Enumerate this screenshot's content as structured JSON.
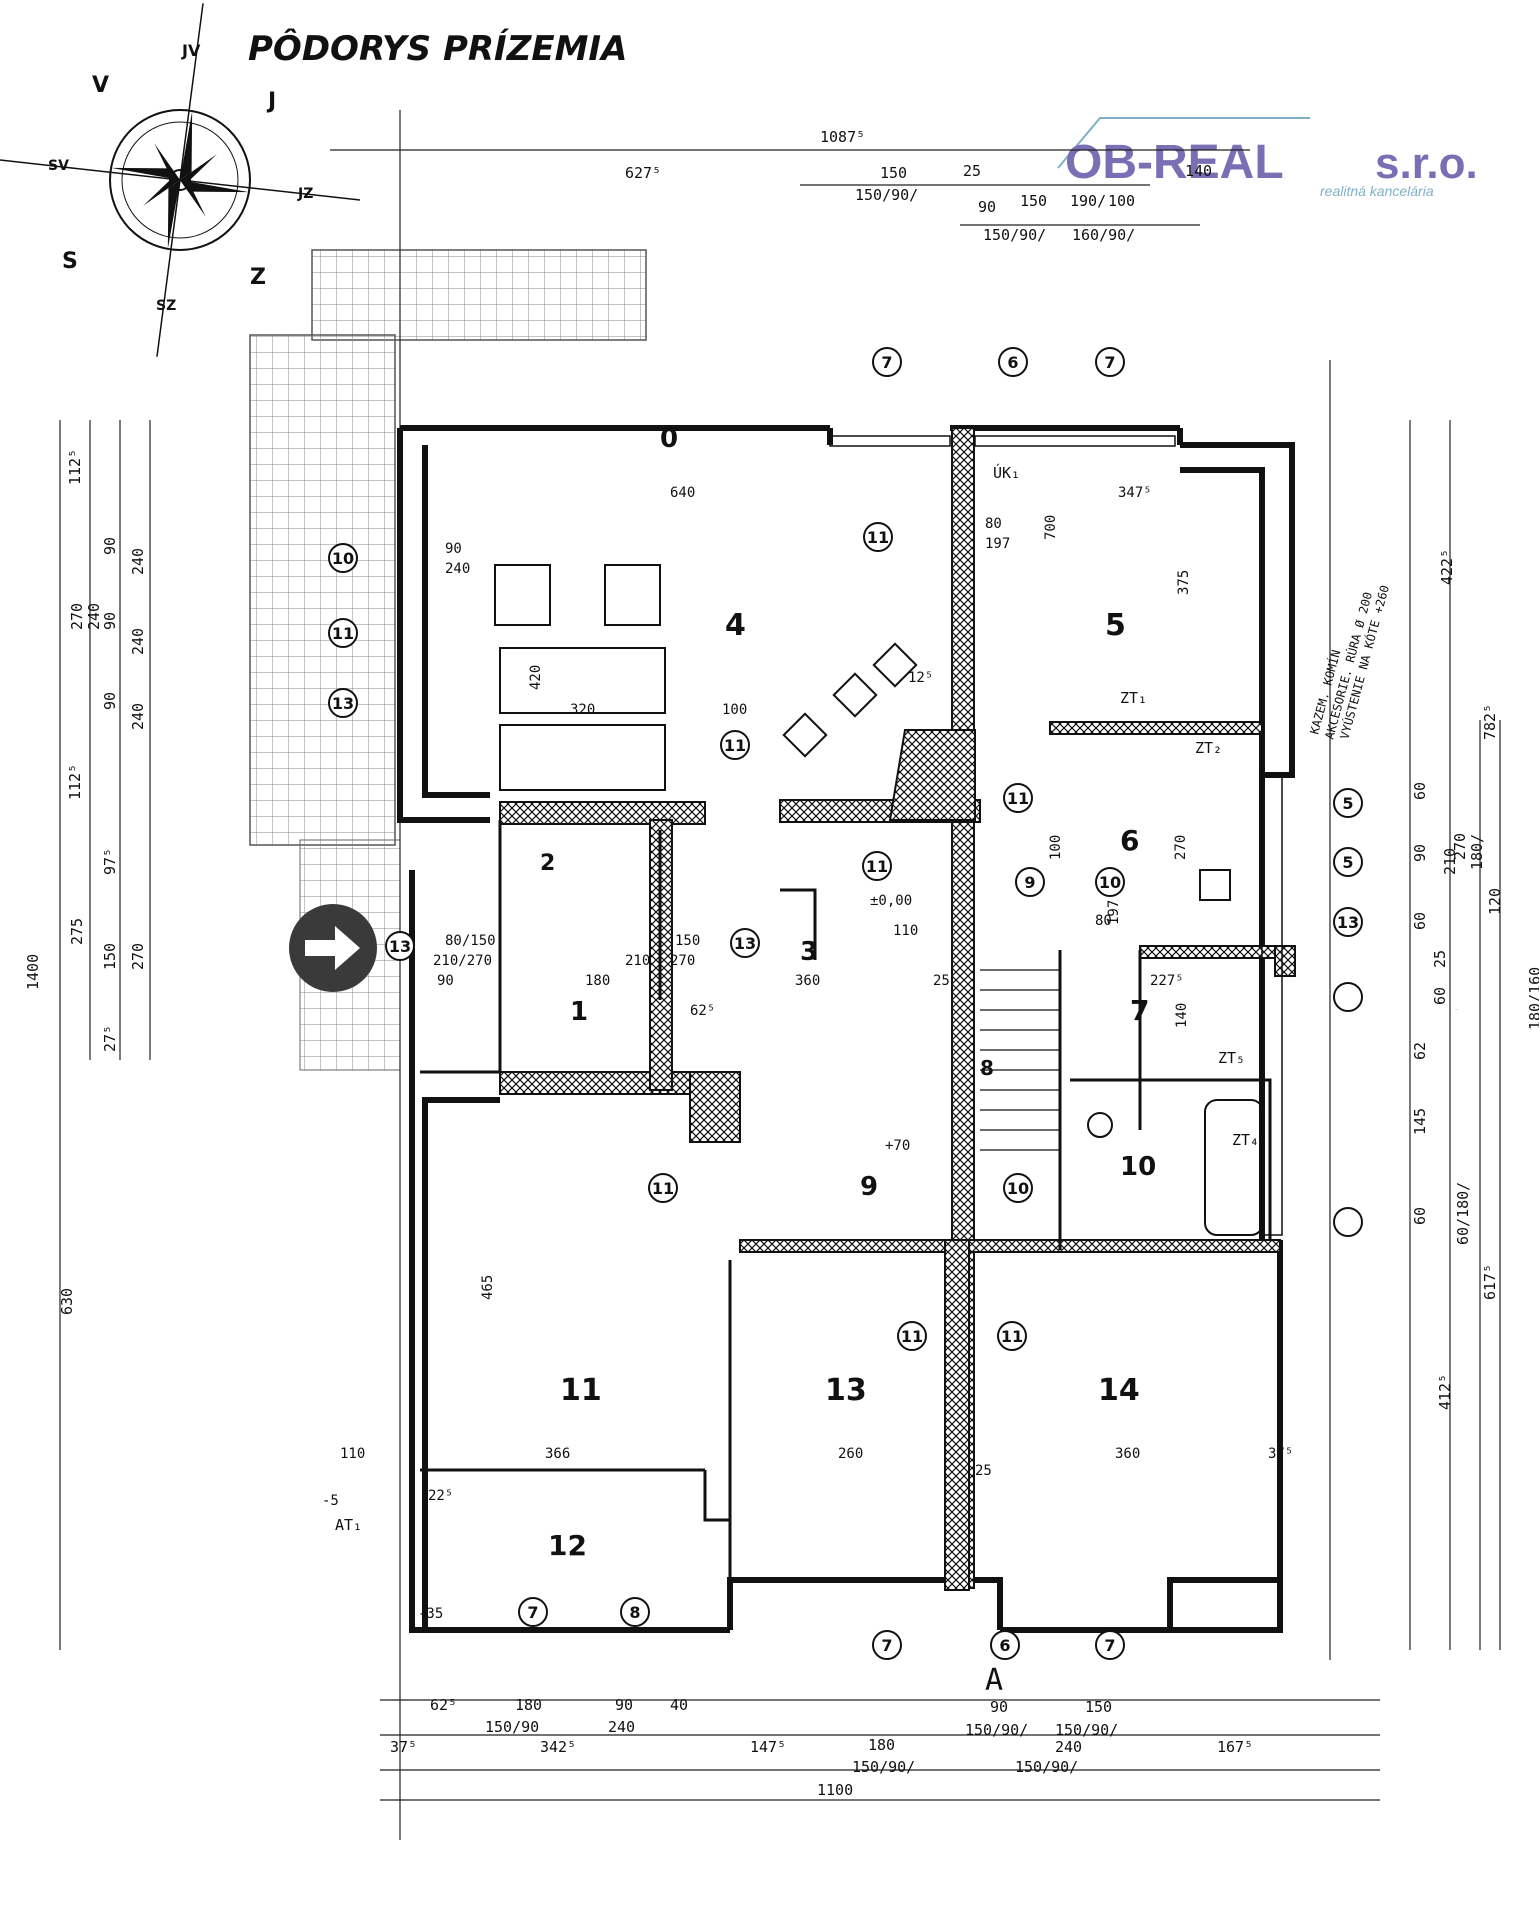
{
  "title": "PÔDORYS PRÍZEMIA",
  "brand": {
    "name": "OB-REAL",
    "suffix": "s.r.o.",
    "tagline": "realitná kancelária",
    "color": "#7a6fb5",
    "tagline_color": "#7fb0c8"
  },
  "compass": {
    "labels": [
      "JV",
      "V",
      "J",
      "SV",
      "JZ",
      "S",
      "Z",
      "SZ"
    ]
  },
  "entrance_arrow_icon": "arrow-right-icon",
  "rooms": [
    {
      "id": "r0",
      "label": "0"
    },
    {
      "id": "r1",
      "label": "1"
    },
    {
      "id": "r2",
      "label": "2"
    },
    {
      "id": "r3",
      "label": "3"
    },
    {
      "id": "r4",
      "label": "4"
    },
    {
      "id": "r5",
      "label": "5"
    },
    {
      "id": "r6",
      "label": "6"
    },
    {
      "id": "r7",
      "label": "7"
    },
    {
      "id": "r8",
      "label": "8"
    },
    {
      "id": "r9",
      "label": "9"
    },
    {
      "id": "r10",
      "label": "10"
    },
    {
      "id": "r11",
      "label": "11"
    },
    {
      "id": "r12",
      "label": "12"
    },
    {
      "id": "r13",
      "label": "13"
    },
    {
      "id": "r14",
      "label": "14"
    }
  ],
  "markers": [
    "7",
    "6",
    "7",
    "11",
    "11",
    "11",
    "11",
    "11",
    "11",
    "11",
    "10",
    "9",
    "13",
    "13",
    "10",
    "10",
    "11",
    "13",
    "5",
    "5",
    "13",
    "7",
    "8",
    "7",
    "6",
    "7"
  ],
  "dimensions": {
    "top": [
      "1087⁵",
      "627⁵",
      "150",
      "150/90/",
      "25",
      "90",
      "150",
      "190/",
      "150/90/",
      "160/90/",
      "100",
      "140"
    ],
    "bottom": [
      "62⁵",
      "180",
      "90",
      "40",
      "150/90",
      "240",
      "37⁵",
      "342⁵",
      "147⁵",
      "90",
      "150/90/",
      "150",
      "150/90/",
      "240",
      "180",
      "150/90/",
      "167⁵",
      "150/90/",
      "1100"
    ],
    "left": [
      "112⁵",
      "90",
      "240",
      "270",
      "240",
      "90",
      "240",
      "90",
      "240",
      "112⁵",
      "97⁵",
      "275",
      "150",
      "270",
      "27⁵",
      "1400",
      "630"
    ],
    "right": [
      "422⁵",
      "782⁵",
      "60",
      "270",
      "90",
      "60",
      "210",
      "180/",
      "120",
      "180/160",
      "25",
      "60",
      "62",
      "145",
      "60",
      "60/180/",
      "617⁵",
      "412⁵"
    ],
    "interior": [
      "640",
      "347⁵",
      "375",
      "700",
      "420",
      "320",
      "100",
      "80",
      "197",
      "90",
      "240",
      "12⁵",
      "270",
      "100",
      "80/150",
      "210/270",
      "90",
      "180",
      "210",
      "150",
      "270",
      "360",
      "110",
      "25",
      "62⁵",
      "465",
      "366",
      "260",
      "360",
      "25",
      "37⁵",
      "110",
      "227⁵",
      "140",
      "80",
      "197",
      "+70",
      "±0,00",
      "-5",
      "-35",
      "22⁵"
    ]
  },
  "annotations": [
    "ÚK₁",
    "ZT₁",
    "ZT₂",
    "A",
    "ZT₄",
    "ZT₅",
    "KAZEM. KOMÍN",
    "AKCESORIE. RÚRA Ø 200",
    "VYÚSTENIE NA KÓTE +260",
    "1400",
    "AT₁"
  ]
}
